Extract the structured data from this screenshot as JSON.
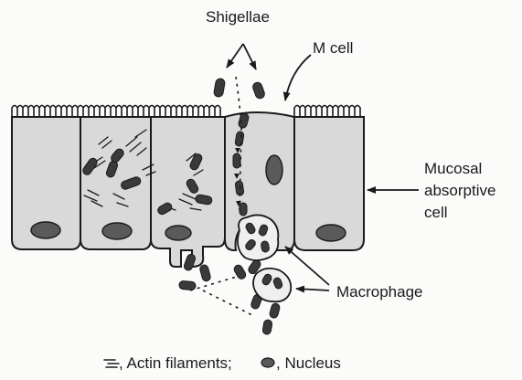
{
  "labels": {
    "shigellae": "Shigellae",
    "m_cell": "M cell",
    "mucosal_line1": "Mucosal",
    "mucosal_line2": "absorptive",
    "mucosal_line3": "cell",
    "macrophage": "Macrophage"
  },
  "legend": {
    "actin_text": ", Actin filaments;",
    "nucleus_text": ", Nucleus"
  },
  "colors": {
    "ink": "#1a1a1a",
    "cell_fill": "#d9d9d9",
    "nucleus": "#5a5a5a",
    "bacterium": "#3a3a3a"
  }
}
